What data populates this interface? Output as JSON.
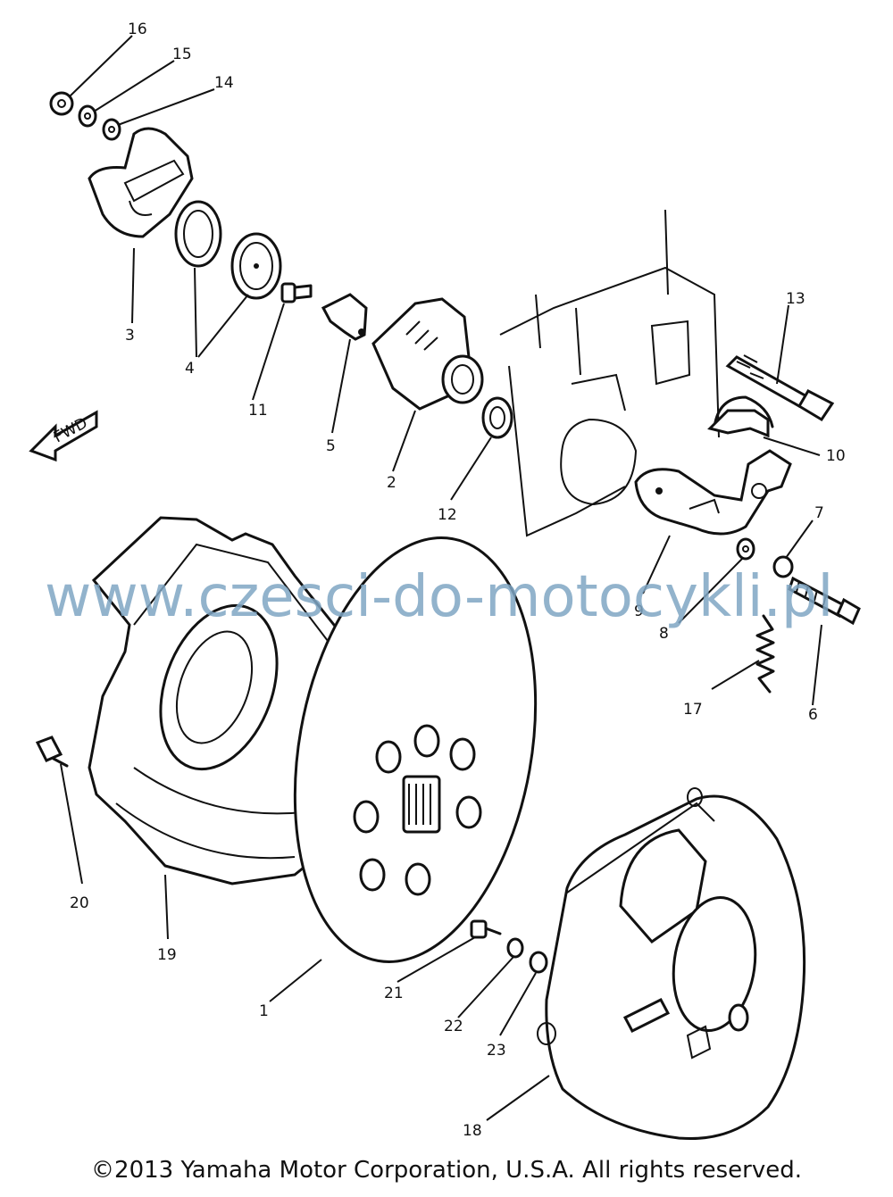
{
  "diagram": {
    "fwd_label": "FWD",
    "labels": [
      "1",
      "2",
      "3",
      "4",
      "5",
      "6",
      "7",
      "8",
      "9",
      "10",
      "11",
      "12",
      "13",
      "14",
      "15",
      "16",
      "17",
      "18",
      "19",
      "20",
      "21",
      "22",
      "23"
    ]
  },
  "watermark": "www.czesci-do-motocykli.pl",
  "copyright": "©2013 Yamaha Motor Corporation, U.S.A. All rights reserved."
}
